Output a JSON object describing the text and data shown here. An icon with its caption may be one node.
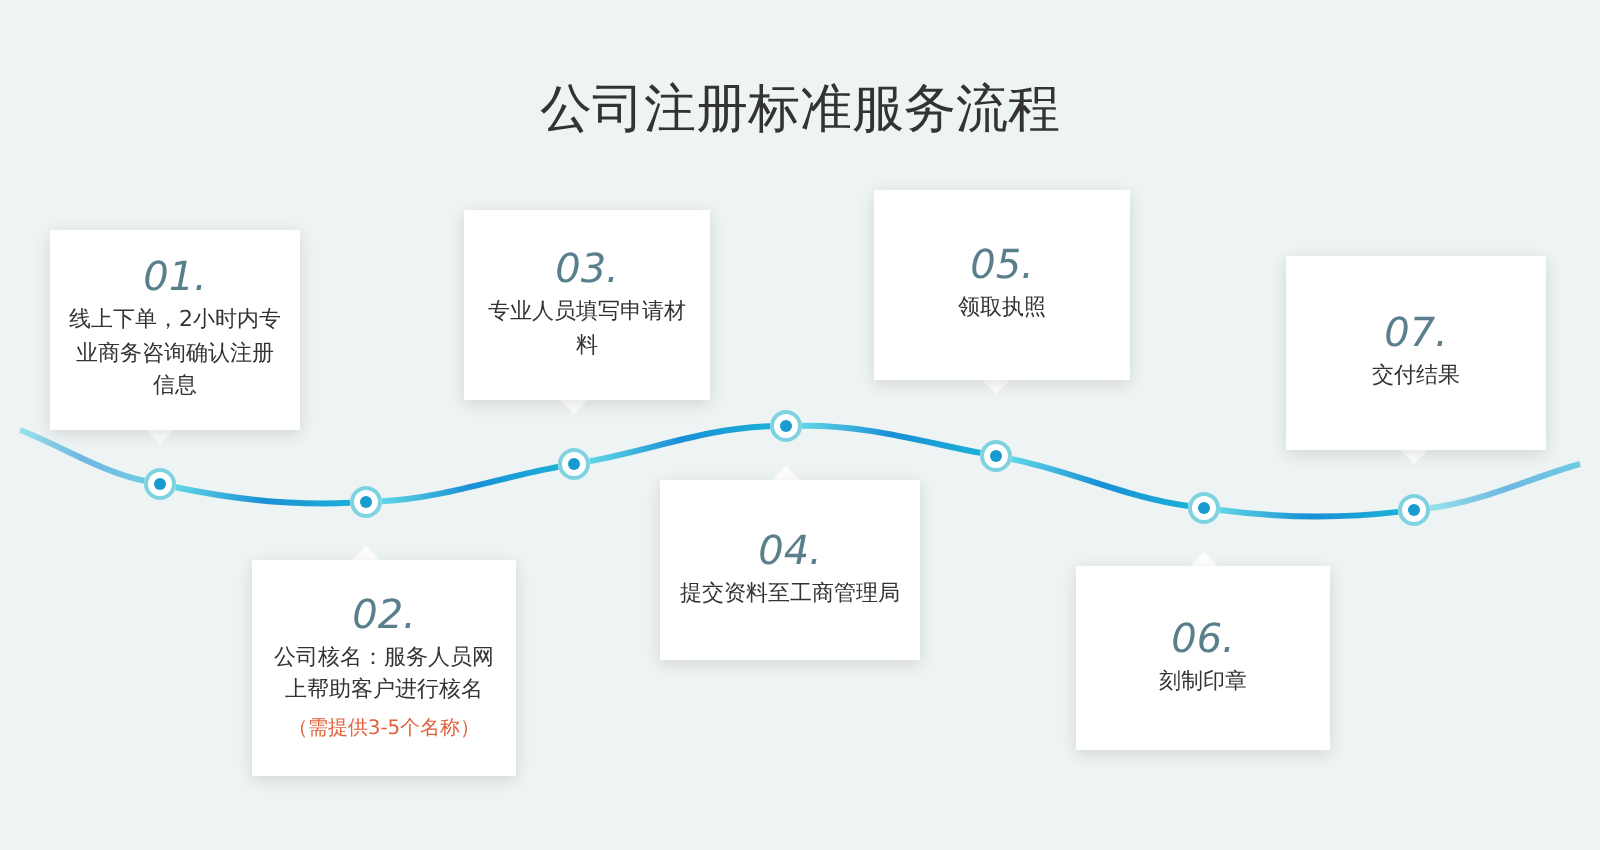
{
  "diagram": {
    "title": "公司注册标准服务流程",
    "nodes": [
      {
        "text": [
          "01.",
          "线上下单，2小时内专业商务咨询确认注册信息"
        ]
      },
      {
        "text": [
          "02.",
          "公司核名：服务人员网上帮助客户进行核名",
          "（需提供3-5个名称）"
        ]
      },
      {
        "text": [
          "03.",
          "专业人员填写申请材料"
        ]
      },
      {
        "text": [
          "04.",
          "提交资料至工商管理局"
        ]
      },
      {
        "text": [
          "05.",
          "领取执照"
        ]
      },
      {
        "text": [
          "06.",
          "刻制印章"
        ]
      },
      {
        "text": [
          "07.",
          "交付结果"
        ]
      },
      {
        "text": [],
        "shape": "circle"
      },
      {
        "text": [],
        "shape": "circle"
      },
      {
        "text": [],
        "shape": "circle"
      },
      {
        "text": [],
        "shape": "circle"
      },
      {
        "text": [],
        "shape": "circle"
      },
      {
        "text": [],
        "shape": "circle"
      },
      {
        "text": [],
        "shape": "circle"
      }
    ],
    "edges": [
      {
        "from": null,
        "to": 7,
        "arrow": "none"
      },
      {
        "from": 7,
        "to": 8,
        "arrow": "none"
      },
      {
        "from": 8,
        "to": 9,
        "arrow": "none"
      },
      {
        "from": 9,
        "to": 10,
        "arrow": "none"
      },
      {
        "from": 10,
        "to": 11,
        "arrow": "none"
      },
      {
        "from": 11,
        "to": 12,
        "arrow": "none"
      },
      {
        "from": 12,
        "to": 13,
        "arrow": "none"
      },
      {
        "from": 13,
        "to": null,
        "arrow": "none"
      }
    ]
  }
}
